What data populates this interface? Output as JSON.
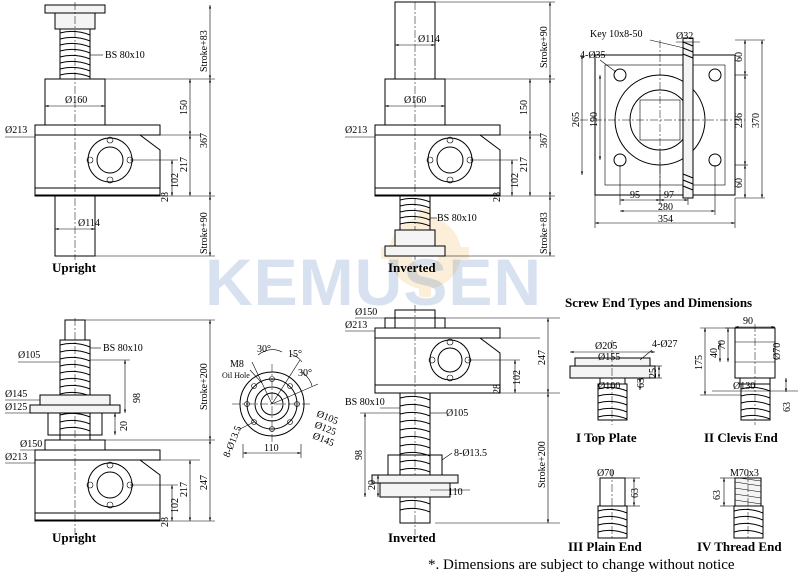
{
  "watermark": "KEMUSEN",
  "notice": "*. Dimensions are subject to change without notice",
  "views": {
    "upright_top": {
      "caption": "Upright",
      "screw": "BS 80x10",
      "dia_160": "Ø160",
      "dia_213": "Ø213",
      "dia_114": "Ø114",
      "stroke_top": "Stroke+83",
      "stroke_bottom": "Stroke+90",
      "d150": "150",
      "d367": "367",
      "d217": "217",
      "d102": "102",
      "d28": "28"
    },
    "inverted_top": {
      "caption": "Inverted",
      "screw": "BS 80x10",
      "dia_114": "Ø114",
      "dia_160": "Ø160",
      "dia_213": "Ø213",
      "stroke_top": "Stroke+90",
      "stroke_bottom": "Stroke+83",
      "d150": "150",
      "d367": "367",
      "d217": "217",
      "d102": "102",
      "d28": "28"
    },
    "top_view": {
      "key": "Key 10x8-50",
      "dia_32": "Ø32",
      "holes": "4-Ø35",
      "d60a": "60",
      "d265": "265",
      "d190": "190",
      "d236": "236",
      "d370": "370",
      "d60b": "60",
      "d95": "95",
      "d97": "97",
      "d280": "280",
      "d354": "354"
    },
    "upright_bottom": {
      "caption": "Upright",
      "screw": "BS 80x10",
      "dia_105": "Ø105",
      "dia_145": "Ø145",
      "dia_125": "Ø125",
      "dia_150": "Ø150",
      "dia_213": "Ø213",
      "d98": "98",
      "d20": "20",
      "stroke": "Stroke+200",
      "d247": "247",
      "d217": "217",
      "d102": "102",
      "d28": "28"
    },
    "flange_detail": {
      "m8": "M8",
      "oil_hole": "Oil Hole",
      "a30a": "30°",
      "a15": "15°",
      "a30b": "30°",
      "holes": "8-Ø13.5",
      "dia_105": "Ø105",
      "dia_125": "Ø125",
      "dia_145": "Ø145",
      "d110": "110"
    },
    "inverted_bottom": {
      "caption": "Inverted",
      "dia_150": "Ø150",
      "dia_213": "Ø213",
      "screw": "BS 80x10",
      "dia_105": "Ø105",
      "holes": "8-Ø13.5",
      "d98": "98",
      "d20": "20",
      "d110": "110",
      "d247": "247",
      "d102": "102",
      "d28": "28",
      "stroke": "Stroke+200"
    }
  },
  "screw_ends": {
    "title": "Screw End Types and Dimensions",
    "top_plate": {
      "caption": "I  Top Plate",
      "dia_205": "Ø205",
      "dia_155": "Ø155",
      "holes": "4-Ø27",
      "d25": "25",
      "d63": "63",
      "dia_100": "Ø100"
    },
    "clevis_end": {
      "caption": "II  Clevis End",
      "d90": "90",
      "d70a": "70",
      "d40": "40",
      "dia_70": "Ø70",
      "d175": "175",
      "dia_130": "Ø130",
      "d63": "63"
    },
    "plain_end": {
      "caption": "III  Plain End",
      "dia_70": "Ø70",
      "d63": "63"
    },
    "thread_end": {
      "caption": "IV  Thread End",
      "thread": "M70x3",
      "d63": "63"
    }
  }
}
